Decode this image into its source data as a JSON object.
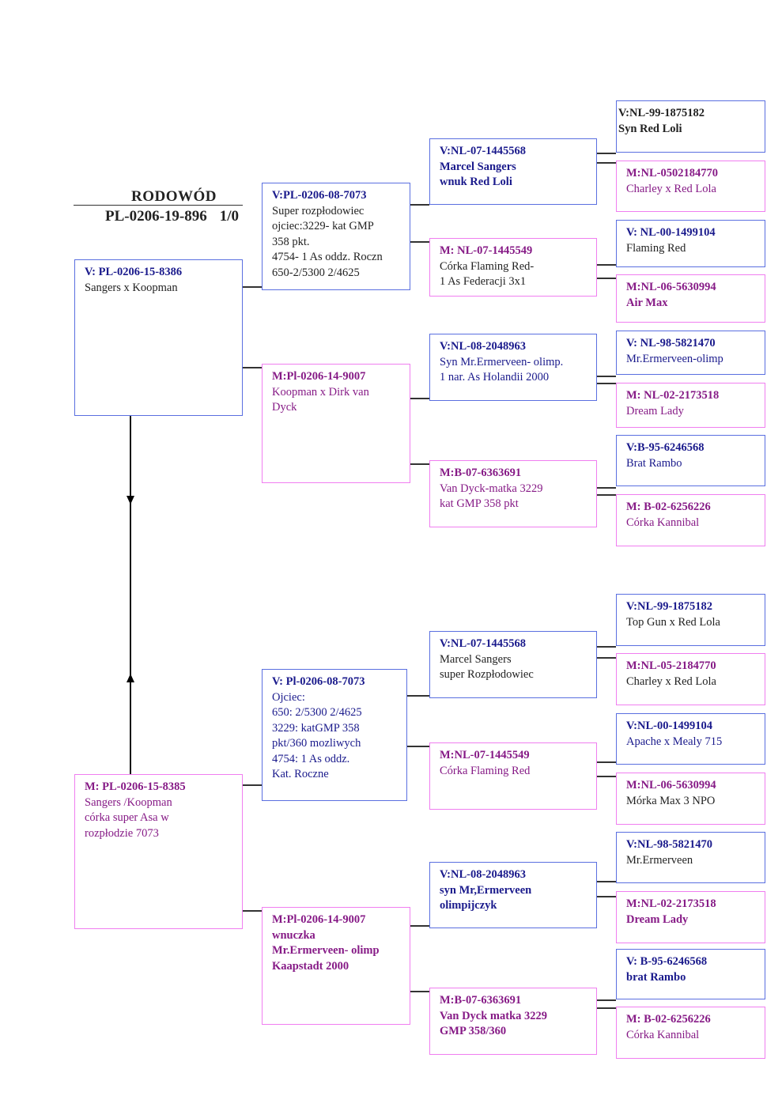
{
  "header": {
    "title": "RODOWÓD",
    "ring": "PL-0206-19-896",
    "sex_code": "1/0"
  },
  "colors": {
    "sire_border": "#5a6fe0",
    "dam_border": "#f07ef0",
    "sire_text": "#1a1a8c",
    "dam_text": "#861a86"
  },
  "gen1": {
    "sire": {
      "id": "V: PL-0206-15-8386",
      "desc": "Sangers x Koopman"
    },
    "dam": {
      "id": "M: PL-0206-15-8385",
      "desc": "Sangers /Koopman\ncórka super Asa w\nrozpłodzie 7073"
    }
  },
  "gen2": {
    "ss": {
      "id": "V:PL-0206-08-7073",
      "desc": "Super rozpłodowiec\nojciec:3229- kat GMP\n358 pkt.\n4754- 1 As oddz. Roczn\n650-2/5300  2/4625"
    },
    "sd": {
      "id": "M:Pl-0206-14-9007",
      "desc": "Koopman x Dirk van\nDyck"
    },
    "ds": {
      "id": "V: Pl-0206-08-7073",
      "desc": "Ojciec:\n650:  2/5300   2/4625\n3229:  katGMP 358\npkt/360 mozliwych\n4754: 1 As oddz.\nKat. Roczne"
    },
    "dd": {
      "id": "M:Pl-0206-14-9007",
      "desc": "wnuczka\nMr.Ermerveen- olimp\nKaapstadt 2000"
    }
  },
  "gen3": {
    "sss": {
      "id": "V:NL-07-1445568",
      "desc": "Marcel Sangers\nwnuk Red Loli"
    },
    "ssd": {
      "id": "M: NL-07-1445549",
      "desc": "Córka Flaming Red-\n1 As Federacji  3x1"
    },
    "sds": {
      "id": "V:NL-08-2048963",
      "desc": "Syn Mr.Ermerveen- olimp.\n1 nar. As Holandii 2000"
    },
    "sdd": {
      "id": "M:B-07-6363691",
      "desc": "Van Dyck-matka 3229\nkat GMP 358 pkt"
    },
    "dss": {
      "id": "V:NL-07-1445568",
      "desc": "Marcel Sangers\nsuper Rozpłodowiec"
    },
    "dsd": {
      "id": "M:NL-07-1445549",
      "desc": "Córka Flaming Red"
    },
    "dds": {
      "id": "V:NL-08-2048963",
      "desc": "syn Mr,Ermerveen\nolimpijczyk"
    },
    "ddd": {
      "id": "M:B-07-6363691",
      "desc": "Van Dyck matka 3229\nGMP 358/360"
    }
  },
  "gen4": {
    "ssss": {
      "id": "V:NL-99-1875182",
      "desc": "Syn Red Loli"
    },
    "sssd": {
      "id": "M:NL-0502184770",
      "desc": "Charley x Red Lola"
    },
    "ssds": {
      "id": "V: NL-00-1499104",
      "desc": "Flaming Red"
    },
    "ssdd": {
      "id": "M:NL-06-5630994",
      "desc": "Air Max"
    },
    "sdss": {
      "id": "V: NL-98-5821470",
      "desc": "Mr.Ermerveen-olimp"
    },
    "sdsd": {
      "id": "M: NL-02-2173518",
      "desc": "Dream Lady"
    },
    "sdds": {
      "id": "V:B-95-6246568",
      "desc": "Brat Rambo"
    },
    "sddd": {
      "id": "M: B-02-6256226",
      "desc": "Córka Kannibal"
    },
    "dsss": {
      "id": "V:NL-99-1875182",
      "desc": "Top Gun x Red Lola"
    },
    "dssd": {
      "id": "M:NL-05-2184770",
      "desc": "Charley x Red Lola"
    },
    "dsds": {
      "id": "V:NL-00-1499104",
      "desc": "Apache x Mealy 715"
    },
    "dsdd": {
      "id": "M:NL-06-5630994",
      "desc": "Mórka Max 3 NPO"
    },
    "ddss": {
      "id": "V:NL-98-5821470",
      "desc": "Mr.Ermerveen"
    },
    "ddsd": {
      "id": "M:NL-02-2173518",
      "desc": "Dream Lady"
    },
    "ddds": {
      "id": "V: B-95-6246568",
      "desc": "brat Rambo"
    },
    "dddd": {
      "id": "M: B-02-6256226",
      "desc": "Córka Kannibal"
    }
  }
}
